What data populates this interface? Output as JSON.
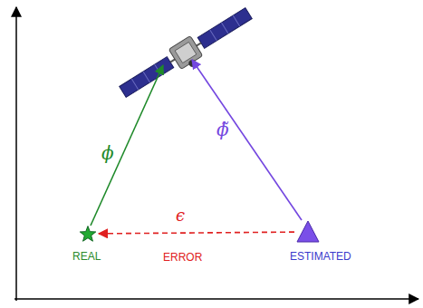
{
  "diagram": {
    "nodes": [
      {
        "text": [
          "REAL"
        ]
      },
      {
        "text": [
          "ESTIMATED"
        ]
      }
    ],
    "edges": [
      {
        "from": 1,
        "to": 0,
        "arrow": "to",
        "label": "ERROR"
      }
    ],
    "labels": [
      "ϕ",
      "ϕ̃",
      "ϵ"
    ]
  }
}
